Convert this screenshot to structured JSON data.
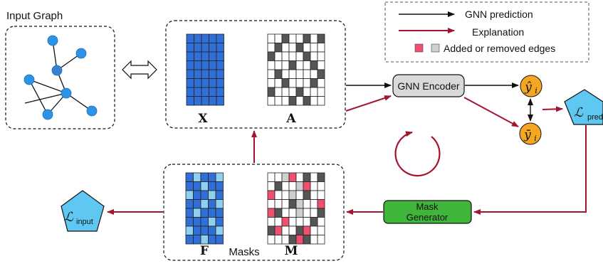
{
  "diagram": {
    "input_graph_title": "Input Graph",
    "legend": {
      "gnn_prediction": "GNN prediction",
      "explanation": "Explanation",
      "added_removed": "Added or removed edges"
    },
    "matrices": {
      "x_label": "X",
      "a_label": "A",
      "f_label": "F",
      "m_label": "M",
      "masks_label": "Masks"
    },
    "gnn_encoder": "GNN Encoder",
    "mask_generator_line1": "Mask",
    "mask_generator_line2": "Generator",
    "y_hat": "ŷ",
    "y_bar": "ȳ",
    "y_sub": "i",
    "loss_pred_script": "ℒ",
    "loss_pred_sub": "pred",
    "loss_input_script": "ℒ",
    "loss_input_sub": "input"
  },
  "colors": {
    "black_arrow": "#111111",
    "red_arrow": "#a3152e",
    "node_blue": "#2d93e6",
    "x_matrix_blue": "#2f6fd6",
    "f_matrix_light": "#8fd0f0",
    "grey_cell": "#555555",
    "light_grey_cell": "#cfcfcf",
    "pink_cell": "#f0506e",
    "encoder_grey": "#d9d9d9",
    "mask_gen_green": "#3fb53a",
    "y_orange": "#f5a623",
    "pentagon_blue": "#5ec8f2"
  },
  "matrix_patterns": {
    "a": [
      "00100101",
      "01001000",
      "10000100",
      "00010010",
      "01000001",
      "00100010",
      "10001000",
      "00010100"
    ],
    "f": [
      "01001",
      "00100",
      "10010",
      "00101",
      "01000",
      "00010",
      "10001",
      "00100"
    ],
    "m": [
      "00230101",
      "01002300",
      "30020100",
      "00012003",
      "31002001",
      "00300010",
      "13001300",
      "00013100"
    ]
  }
}
